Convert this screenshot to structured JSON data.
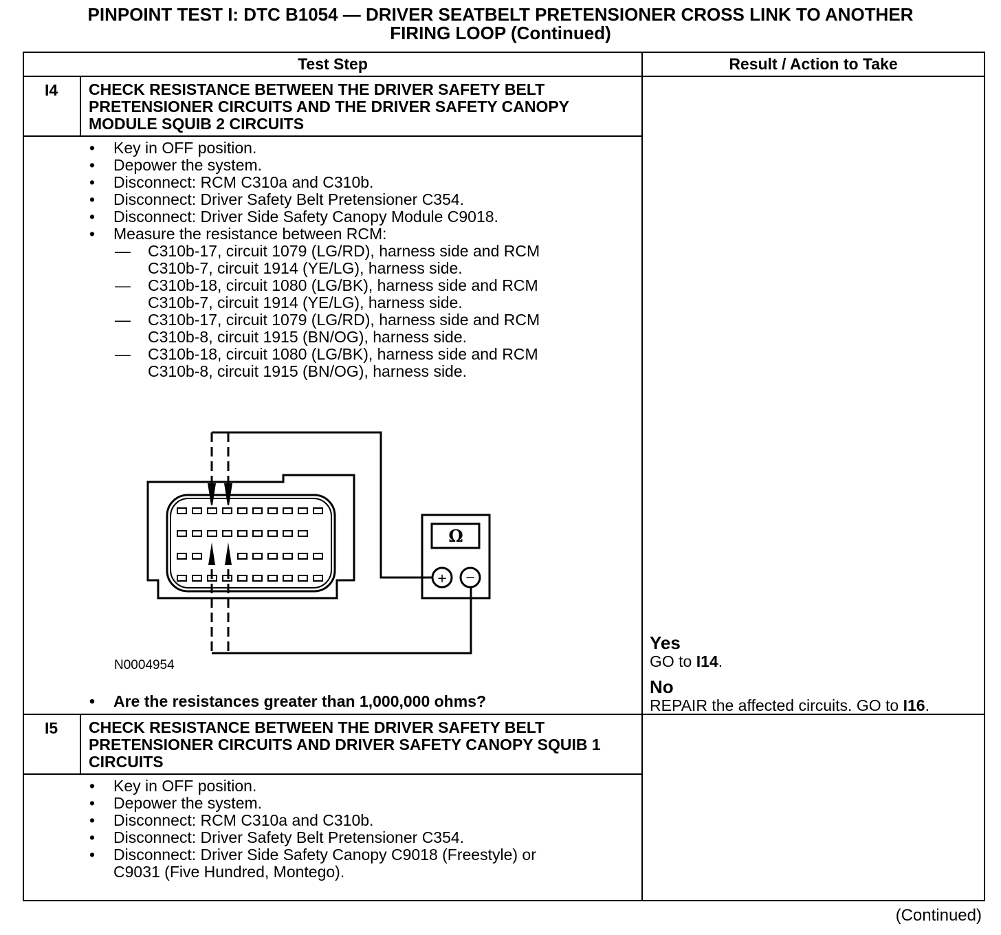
{
  "title_line1": "PINPOINT TEST I: DTC B1054 — DRIVER SEATBELT PRETENSIONER CROSS LINK TO ANOTHER",
  "title_line2": "FIRING LOOP (Continued)",
  "headers": {
    "test_step": "Test Step",
    "result": "Result / Action to Take"
  },
  "steps": [
    {
      "id": "I4",
      "title": "CHECK RESISTANCE BETWEEN THE DRIVER SAFETY BELT PRETENSIONER CIRCUITS AND THE DRIVER SAFETY CANOPY MODULE SQUIB 2 CIRCUITS",
      "bullets": [
        "Key in OFF position.",
        "Depower the system.",
        "Disconnect: RCM C310a and C310b.",
        "Disconnect: Driver Safety Belt Pretensioner C354.",
        "Disconnect: Driver Side Safety Canopy Module C9018.",
        "Measure the resistance between RCM:"
      ],
      "sub_bullets": [
        [
          "C310b-17, circuit 1079 (LG/RD), harness side and RCM",
          "C310b-7, circuit 1914 (YE/LG), harness side."
        ],
        [
          "C310b-18, circuit 1080 (LG/BK), harness side and RCM",
          "C310b-7, circuit 1914 (YE/LG), harness side."
        ],
        [
          "C310b-17, circuit 1079 (LG/RD), harness side and RCM",
          "C310b-8, circuit 1915 (BN/OG), harness side."
        ],
        [
          "C310b-18, circuit 1080 (LG/BK), harness side and RCM",
          "C310b-8, circuit 1915 (BN/OG), harness side."
        ]
      ],
      "figure_id": "N0004954",
      "meter_symbol": "Ω",
      "question": "Are the resistances greater than 1,000,000 ohms?",
      "yes_label": "Yes",
      "yes_pre": "GO to ",
      "yes_target": "I14",
      "yes_post": ".",
      "no_label": "No",
      "no_pre": "REPAIR the affected circuits. GO to ",
      "no_target": "I16",
      "no_post": "."
    },
    {
      "id": "I5",
      "title": "CHECK RESISTANCE BETWEEN THE DRIVER SAFETY BELT PRETENSIONER CIRCUITS AND DRIVER SAFETY CANOPY SQUIB 1 CIRCUITS",
      "bullets": [
        "Key in OFF position.",
        "Depower the system.",
        "Disconnect: RCM C310a and C310b.",
        "Disconnect: Driver Safety Belt Pretensioner C354."
      ],
      "bullet_last_1": "Disconnect: Driver Side Safety Canopy C9018 (Freestyle) or",
      "bullet_last_2": "C9031 (Five Hundred, Montego)."
    }
  ],
  "footer": "(Continued)"
}
